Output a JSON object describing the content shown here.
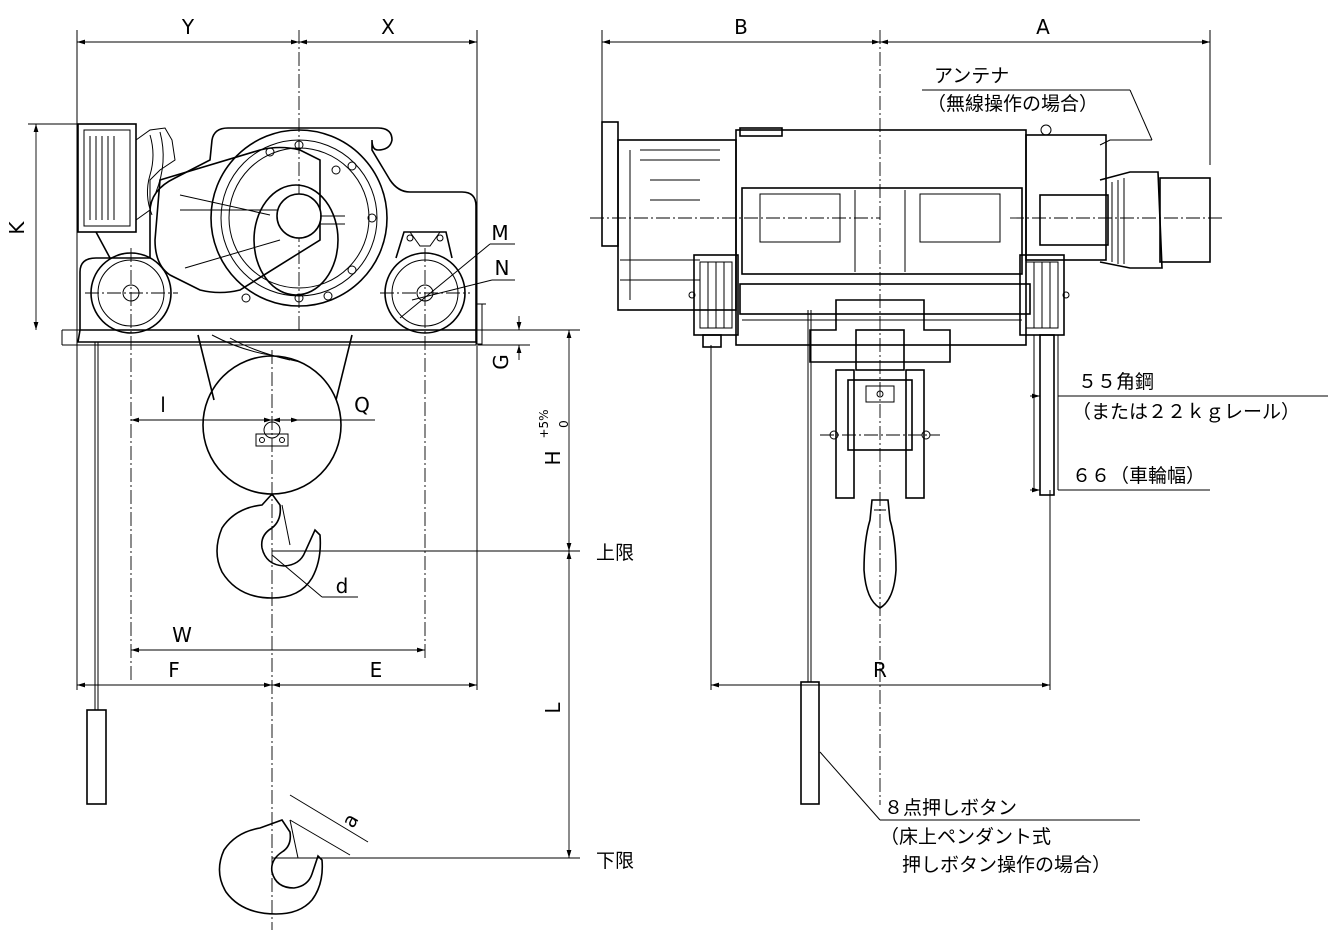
{
  "front_view": {
    "dim_Y": "Y",
    "dim_X": "X",
    "dim_K": "K",
    "dim_M": "M",
    "dim_N": "N",
    "dim_G": "G",
    "dim_l": "l",
    "dim_Q": "Q",
    "dim_H": "H",
    "dim_H_tol_plus": "+5%",
    "dim_H_tol_minus": "0",
    "dim_d": "d",
    "dim_W": "W",
    "dim_F": "F",
    "dim_E": "E",
    "dim_L": "L",
    "dim_a": "a",
    "upper_limit": "上限",
    "lower_limit": "下限"
  },
  "side_view": {
    "dim_B": "B",
    "dim_A": "A",
    "dim_R": "R",
    "antenna_line1": "アンテナ",
    "antenna_line2": "（無線操作の場合）",
    "rail_line1": "５５角鋼",
    "rail_line2": "（または２２ｋｇレール）",
    "wheel_width": "６６（車輪幅）",
    "pendant_line1": "８点押しボタン",
    "pendant_line2": "（床上ペンダント式",
    "pendant_line3": "押しボタン操作の場合）"
  }
}
